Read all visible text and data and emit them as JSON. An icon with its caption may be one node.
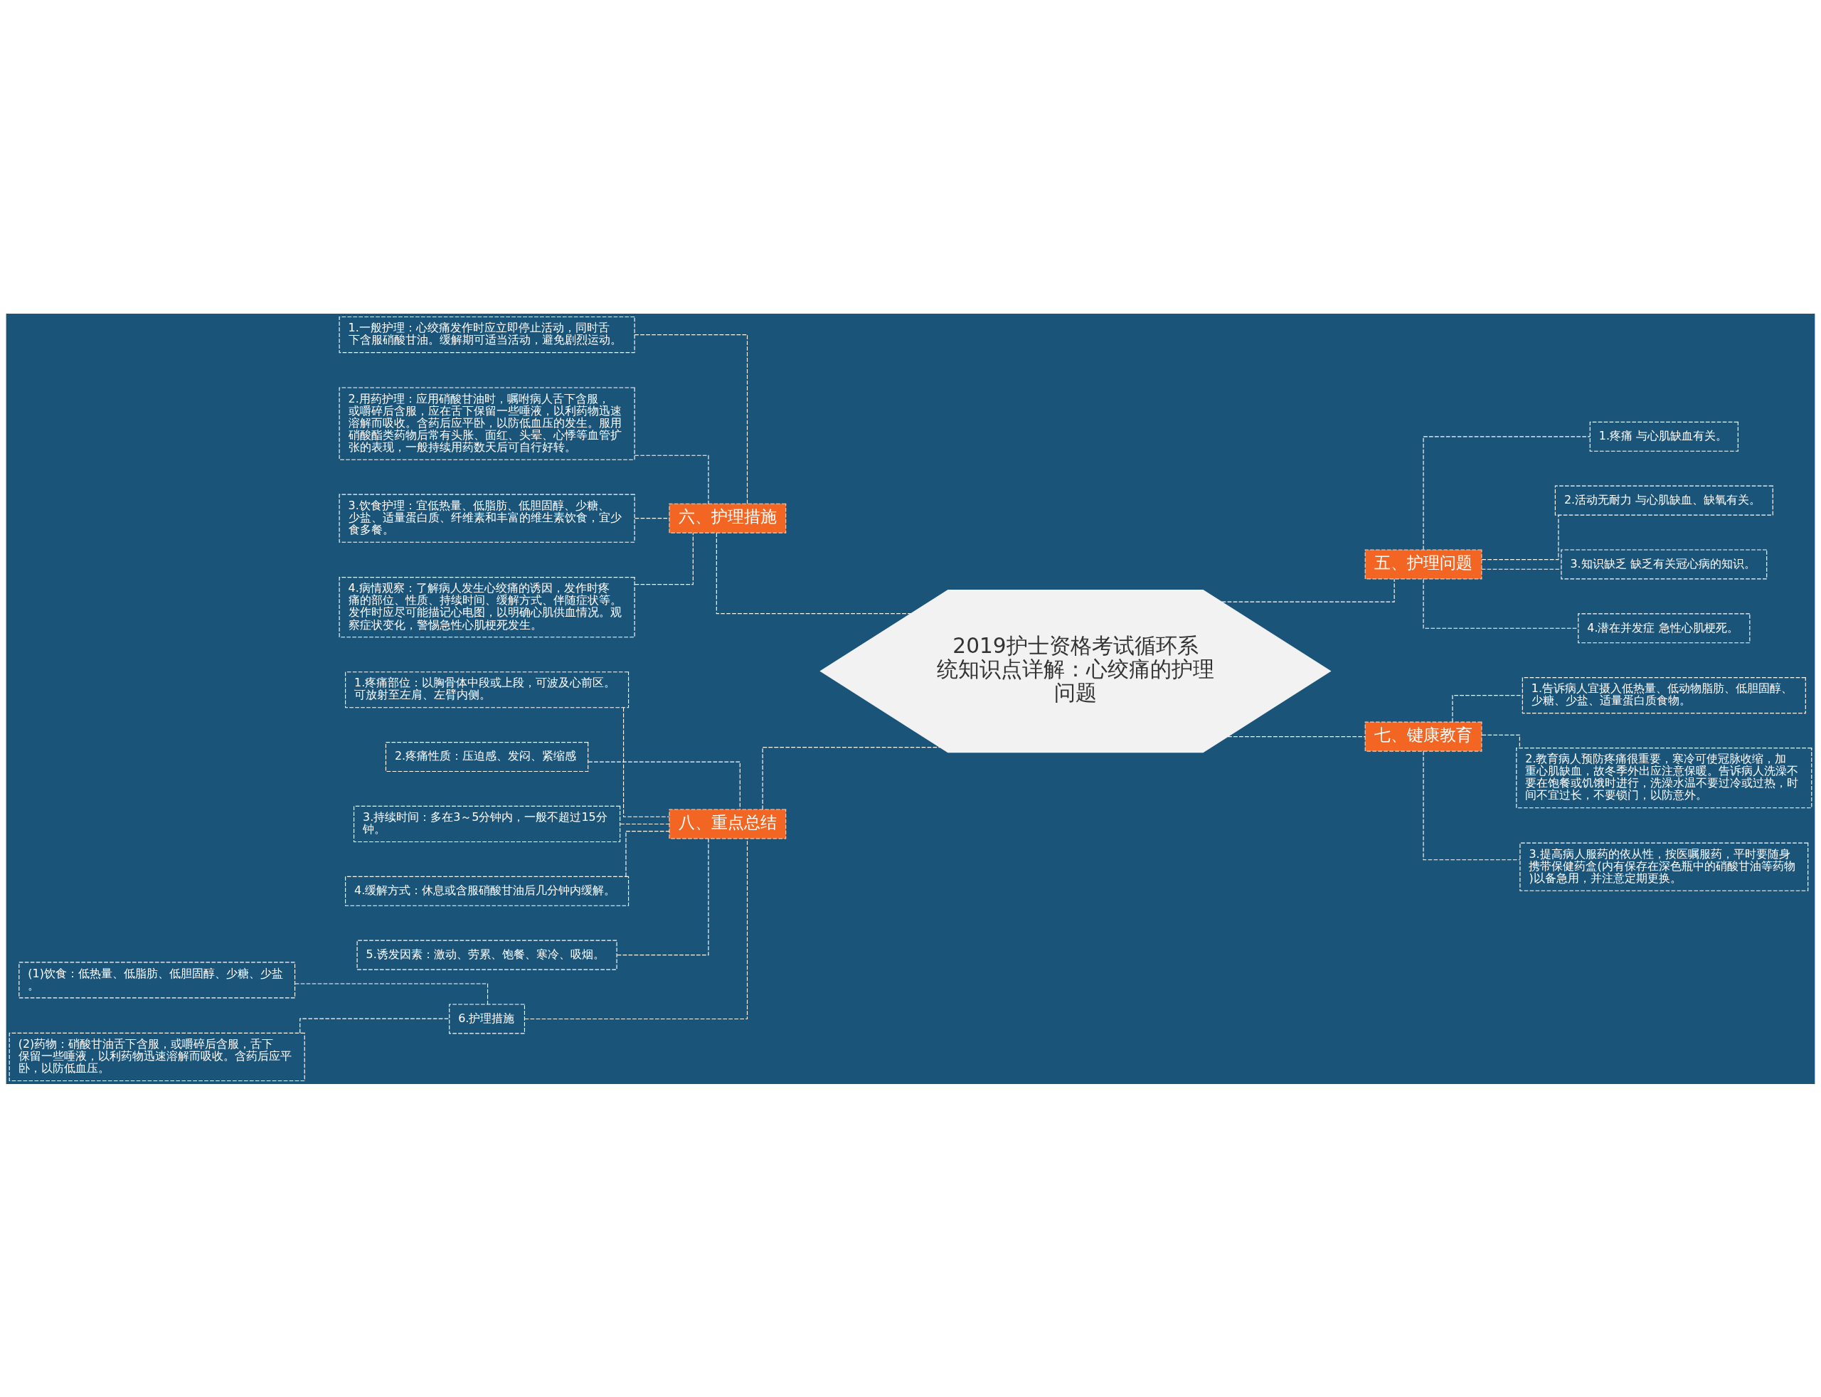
{
  "diagram": {
    "nodes": [
      {
        "text": [
          "2019护士资格考试循环系统知识点详解：心绞痛的护理问题"
        ]
      },
      {
        "text": [
          "六、护理措施"
        ]
      },
      {
        "text": [
          "1.一般护理：心绞痛发作时应立即停止活动，同时舌下含服硝酸甘油。缓解期可适当活动，避免剧烈运动。"
        ]
      },
      {
        "text": [
          "2.用药护理：应用硝酸甘油时，嘱咐病人舌下含服，或嚼碎后含服，应在舌下保留一些唾液，以利药物迅速溶解而吸收。含药后应平卧，以防低血压的发生。服用硝酸酯类药物后常有头胀、面红、头晕、心悸等血管扩张的表现，一般持续用药数天后可自行好转。"
        ]
      },
      {
        "text": [
          "3.饮食护理：宜低热量、低脂肪、低胆固醇、少糖、少盐、适量蛋白质、纤维素和丰富的维生素饮食，宜少食多餐。"
        ]
      },
      {
        "text": [
          "4.病情观察：了解病人发生心绞痛的诱因，发作时疼痛的部位、性质、持续时间、缓解方式、伴随症状等。发作时应尽可能描记心电图，以明确心肌供血情况。观察症状变化，警惕急性心肌梗死发生。"
        ]
      },
      {
        "text": [
          "八、重点总结"
        ]
      },
      {
        "text": [
          "1.疼痛部位：以胸骨体中段或上段，可波及心前区。可放射至左肩、左臂内侧。"
        ]
      },
      {
        "text": [
          "2.疼痛性质：压迫感、发闷、紧缩感"
        ]
      },
      {
        "text": [
          "3.持续时间：多在3～5分钟内，一般不超过15分钟。"
        ]
      },
      {
        "text": [
          "4.缓解方式：休息或含服硝酸甘油后几分钟内缓解。"
        ]
      },
      {
        "text": [
          "5.诱发因素：激动、劳累、饱餐、寒冷、吸烟。"
        ]
      },
      {
        "text": [
          "6.护理措施"
        ]
      },
      {
        "text": [
          "(1)饮食：低热量、低脂肪、低胆固醇、少糖、少盐。"
        ]
      },
      {
        "text": [
          "(2)药物：硝酸甘油舌下含服，或嚼碎后含服，舌下保留一些唾液，以利药物迅速溶解而吸收。含药后应平卧，以防低血压。"
        ]
      },
      {
        "text": [
          "五、护理问题"
        ]
      },
      {
        "text": [
          "1.疼痛 与心肌缺血有关。"
        ]
      },
      {
        "text": [
          "2.活动无耐力 与心肌缺血、缺氧有关。"
        ]
      },
      {
        "text": [
          "3.知识缺乏 缺乏有关冠心病的知识。"
        ]
      },
      {
        "text": [
          "4.潜在并发症 急性心肌梗死。"
        ]
      },
      {
        "text": [
          "七、键康教育"
        ]
      },
      {
        "text": [
          "1.告诉病人宜摄入低热量、低动物脂肪、低胆固醇、少糖、少盐、适量蛋白质食物。"
        ]
      },
      {
        "text": [
          "2.教育病人预防疼痛很重要，寒冷可使冠脉收缩，加重心肌缺血，故冬季外出应注意保暖。告诉病人洗澡不要在饱餐或饥饿时进行，洗澡水温不要过冷或过热，时间不宜过长，不要锁门，以防意外。"
        ]
      },
      {
        "text": [
          "3.提高病人服药的依从性，按医嘱服药，平时要随身携带保健药盒(内有保存在深色瓶中的硝酸甘油等药物)以备急用，并注意定期更换。"
        ]
      }
    ],
    "edges": [
      {
        "from": 0,
        "to": 1,
        "arrow": "none"
      },
      {
        "from": 1,
        "to": 2,
        "arrow": "none"
      },
      {
        "from": 1,
        "to": 3,
        "arrow": "none"
      },
      {
        "from": 1,
        "to": 4,
        "arrow": "none"
      },
      {
        "from": 1,
        "to": 5,
        "arrow": "none"
      },
      {
        "from": 0,
        "to": 6,
        "arrow": "none"
      },
      {
        "from": 6,
        "to": 7,
        "arrow": "none"
      },
      {
        "from": 6,
        "to": 8,
        "arrow": "none"
      },
      {
        "from": 6,
        "to": 9,
        "arrow": "none"
      },
      {
        "from": 6,
        "to": 10,
        "arrow": "none"
      },
      {
        "from": 6,
        "to": 11,
        "arrow": "none"
      },
      {
        "from": 6,
        "to": 12,
        "arrow": "none"
      },
      {
        "from": 12,
        "to": 13,
        "arrow": "none"
      },
      {
        "from": 12,
        "to": 14,
        "arrow": "none"
      },
      {
        "from": 0,
        "to": 15,
        "arrow": "none"
      },
      {
        "from": 15,
        "to": 16,
        "arrow": "none"
      },
      {
        "from": 15,
        "to": 17,
        "arrow": "none"
      },
      {
        "from": 15,
        "to": 18,
        "arrow": "none"
      },
      {
        "from": 15,
        "to": 19,
        "arrow": "none"
      },
      {
        "from": 0,
        "to": 20,
        "arrow": "none"
      },
      {
        "from": 20,
        "to": 21,
        "arrow": "none"
      },
      {
        "from": 20,
        "to": 22,
        "arrow": "none"
      },
      {
        "from": 20,
        "to": 23,
        "arrow": "none"
      }
    ]
  }
}
